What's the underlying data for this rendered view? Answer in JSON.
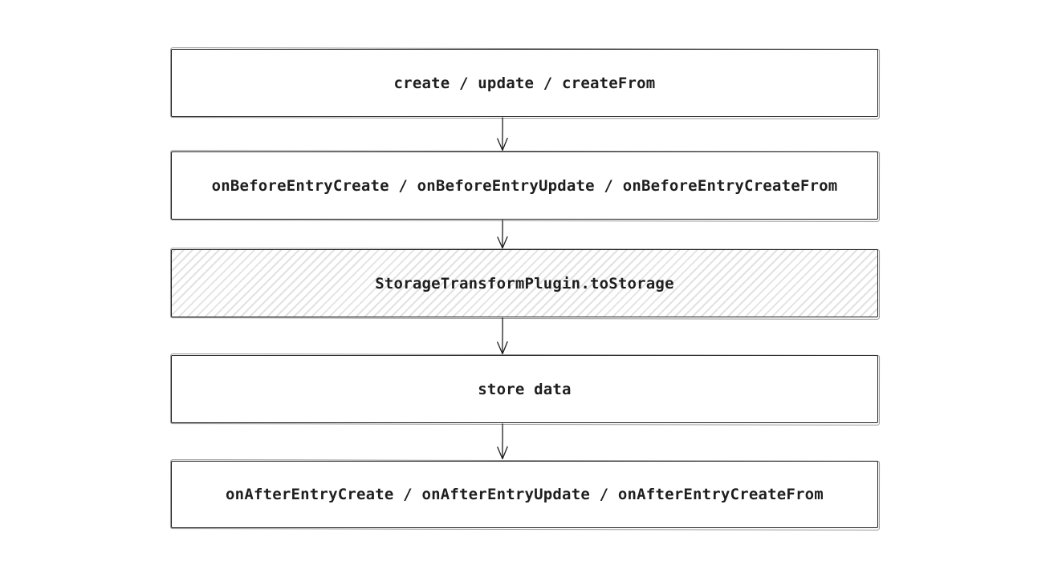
{
  "diagram": {
    "background_color": "#ffffff",
    "stroke_color": "#1e1e1e",
    "text_color": "#1e1e1e",
    "hatch_color": "#e2e2e2",
    "nodes": [
      {
        "id": "trigger-methods",
        "label": "create / update / createFrom",
        "fill": "white"
      },
      {
        "id": "before-hooks",
        "label": "onBeforeEntryCreate / onBeforeEntryUpdate / onBeforeEntryCreateFrom",
        "fill": "white"
      },
      {
        "id": "storage-transform-plugin",
        "label": "StorageTransformPlugin.toStorage",
        "fill": "hachure"
      },
      {
        "id": "store-data",
        "label": "store data",
        "fill": "white"
      },
      {
        "id": "after-hooks",
        "label": "onAfterEntryCreate / onAfterEntryUpdate / onAfterEntryCreateFrom",
        "fill": "white"
      }
    ],
    "edges": [
      {
        "from": "trigger-methods",
        "to": "before-hooks"
      },
      {
        "from": "before-hooks",
        "to": "storage-transform-plugin"
      },
      {
        "from": "storage-transform-plugin",
        "to": "store-data"
      },
      {
        "from": "store-data",
        "to": "after-hooks"
      }
    ]
  }
}
